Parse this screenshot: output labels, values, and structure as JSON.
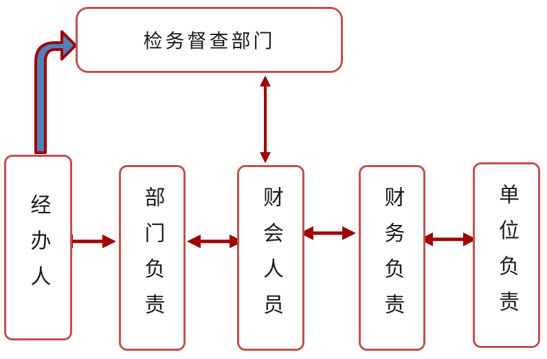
{
  "diagram": {
    "top_node": "检务督查部门",
    "nodes": [
      "经办人",
      "部门负责",
      "财会人员",
      "财务负责",
      "单位负责"
    ]
  },
  "colors": {
    "border": "#c0504d",
    "arrow_red": "#a00000",
    "arrow_blue_fill": "#4f81bd",
    "text": "#1a1a1a"
  }
}
